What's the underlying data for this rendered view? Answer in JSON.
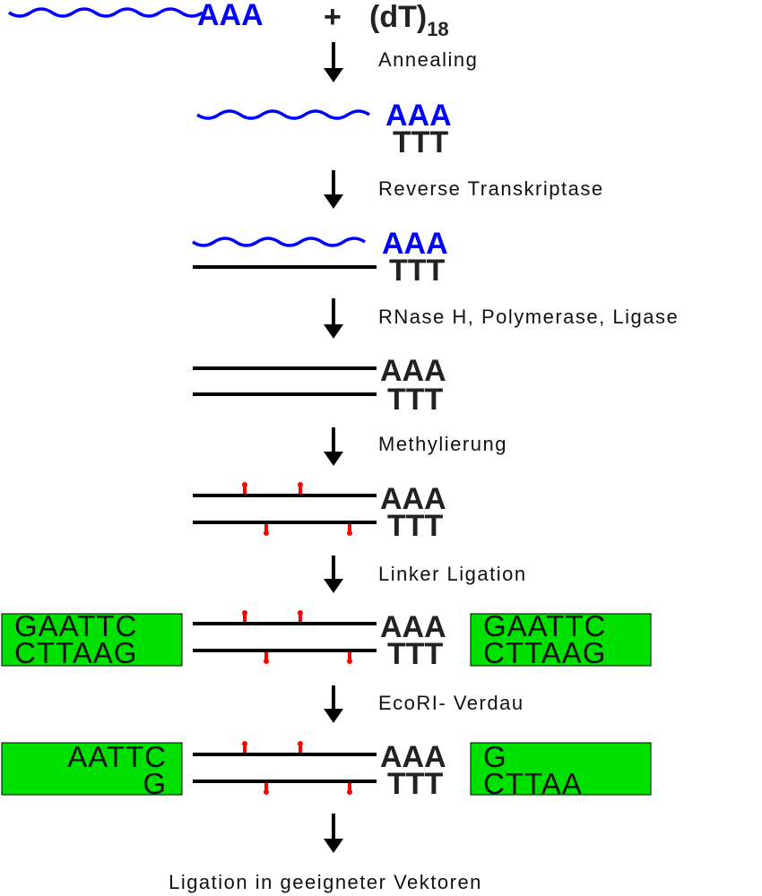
{
  "start": {
    "poly_a": "AAA",
    "plus": "+",
    "primer": "(dT)",
    "primer_subscript": "18"
  },
  "steps": [
    "Annealing",
    "Reverse Transkriptase",
    "RNase H, Polymerase, Ligase",
    "Methylierung",
    "Linker Ligation",
    "EcoRI- Verdau"
  ],
  "final_step": "Ligation in geeigneter Vektoren",
  "tail": {
    "top": "AAA",
    "bottom": "TTT"
  },
  "linker": {
    "top": "GAATTC",
    "bottom": "CTTAAG"
  },
  "digested": {
    "left_top": "AATTC",
    "left_bottom": "G",
    "right_top": "G",
    "right_bottom": "CTTAA"
  },
  "colors": {
    "rna": "#0000ff",
    "linker": "#00e000",
    "methyl": "#ff0000"
  }
}
